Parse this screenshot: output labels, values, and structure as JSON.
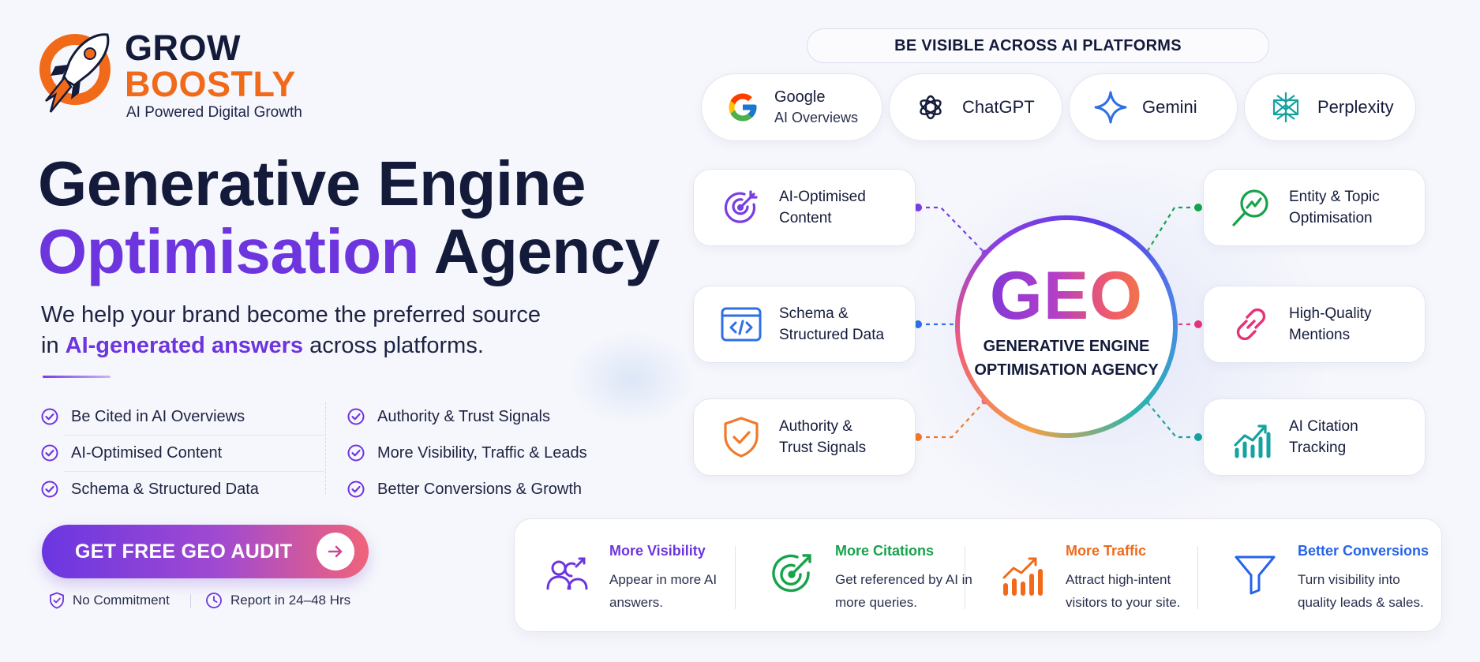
{
  "brand": {
    "name_line1": "GROW",
    "name_line2": "BOOSTLY",
    "tagline": "AI Powered Digital Growth"
  },
  "hero": {
    "headline_line1": "Generative Engine",
    "headline_highlight": "Optimisation",
    "headline_rest": "Agency",
    "sub_before": "We help your brand become the preferred source",
    "sub_in": "in ",
    "sub_emphasis": "AI-generated answers",
    "sub_after": " across platforms."
  },
  "benefits": {
    "left": [
      "Be Cited in AI Overviews",
      "AI-Optimised Content",
      "Schema & Structured Data"
    ],
    "right": [
      "Authority & Trust Signals",
      "More Visibility, Traffic & Leads",
      "Better Conversions & Growth"
    ]
  },
  "cta": {
    "label": "GET FREE GEO AUDIT"
  },
  "trust": {
    "commitment": "No Commitment",
    "report": "Report in 24–48 Hrs"
  },
  "platforms": {
    "banner": "BE VISIBLE ACROSS AI PLATFORMS",
    "google": "Google",
    "google_sub": "AI Overviews",
    "chatgpt": "ChatGPT",
    "gemini": "Gemini",
    "perplexity": "Perplexity"
  },
  "hub": {
    "title": "GEO",
    "subtitle": "GENERATIVE ENGINE OPTIMISATION AGENCY"
  },
  "services": {
    "left": [
      {
        "l1": "AI-Optimised",
        "l2": "Content",
        "icon": "target-icon"
      },
      {
        "l1": "Schema &",
        "l2": "Structured Data",
        "icon": "code-icon"
      },
      {
        "l1": "Authority &",
        "l2": "Trust Signals",
        "icon": "shield-check-icon"
      }
    ],
    "right": [
      {
        "l1": "Entity & Topic",
        "l2": "Optimisation",
        "icon": "search-trend-icon"
      },
      {
        "l1": "High-Quality",
        "l2": "Mentions",
        "icon": "link-icon"
      },
      {
        "l1": "AI Citation",
        "l2": "Tracking",
        "icon": "bar-chart-icon"
      }
    ]
  },
  "outcomes": [
    {
      "title": "More Visibility",
      "desc": "Appear in more AI answers.",
      "color": "#6d35de",
      "icon": "users-icon"
    },
    {
      "title": "More Citations",
      "desc": "Get referenced by AI in more queries.",
      "color": "#16a34a",
      "icon": "target-arrow-icon"
    },
    {
      "title": "More Traffic",
      "desc": "Attract high-intent visitors to your site.",
      "color": "#f06a1a",
      "icon": "growth-chart-icon"
    },
    {
      "title": "Better Conversions",
      "desc": "Turn visibility into quality leads & sales.",
      "color": "#2563eb",
      "icon": "funnel-icon"
    }
  ],
  "colors": {
    "navy": "#141b3a",
    "purple": "#6d35de",
    "orange": "#f06a1a",
    "green": "#16a34a",
    "blue": "#2563eb",
    "teal": "#14a3a0",
    "pink": "#e5337a"
  }
}
